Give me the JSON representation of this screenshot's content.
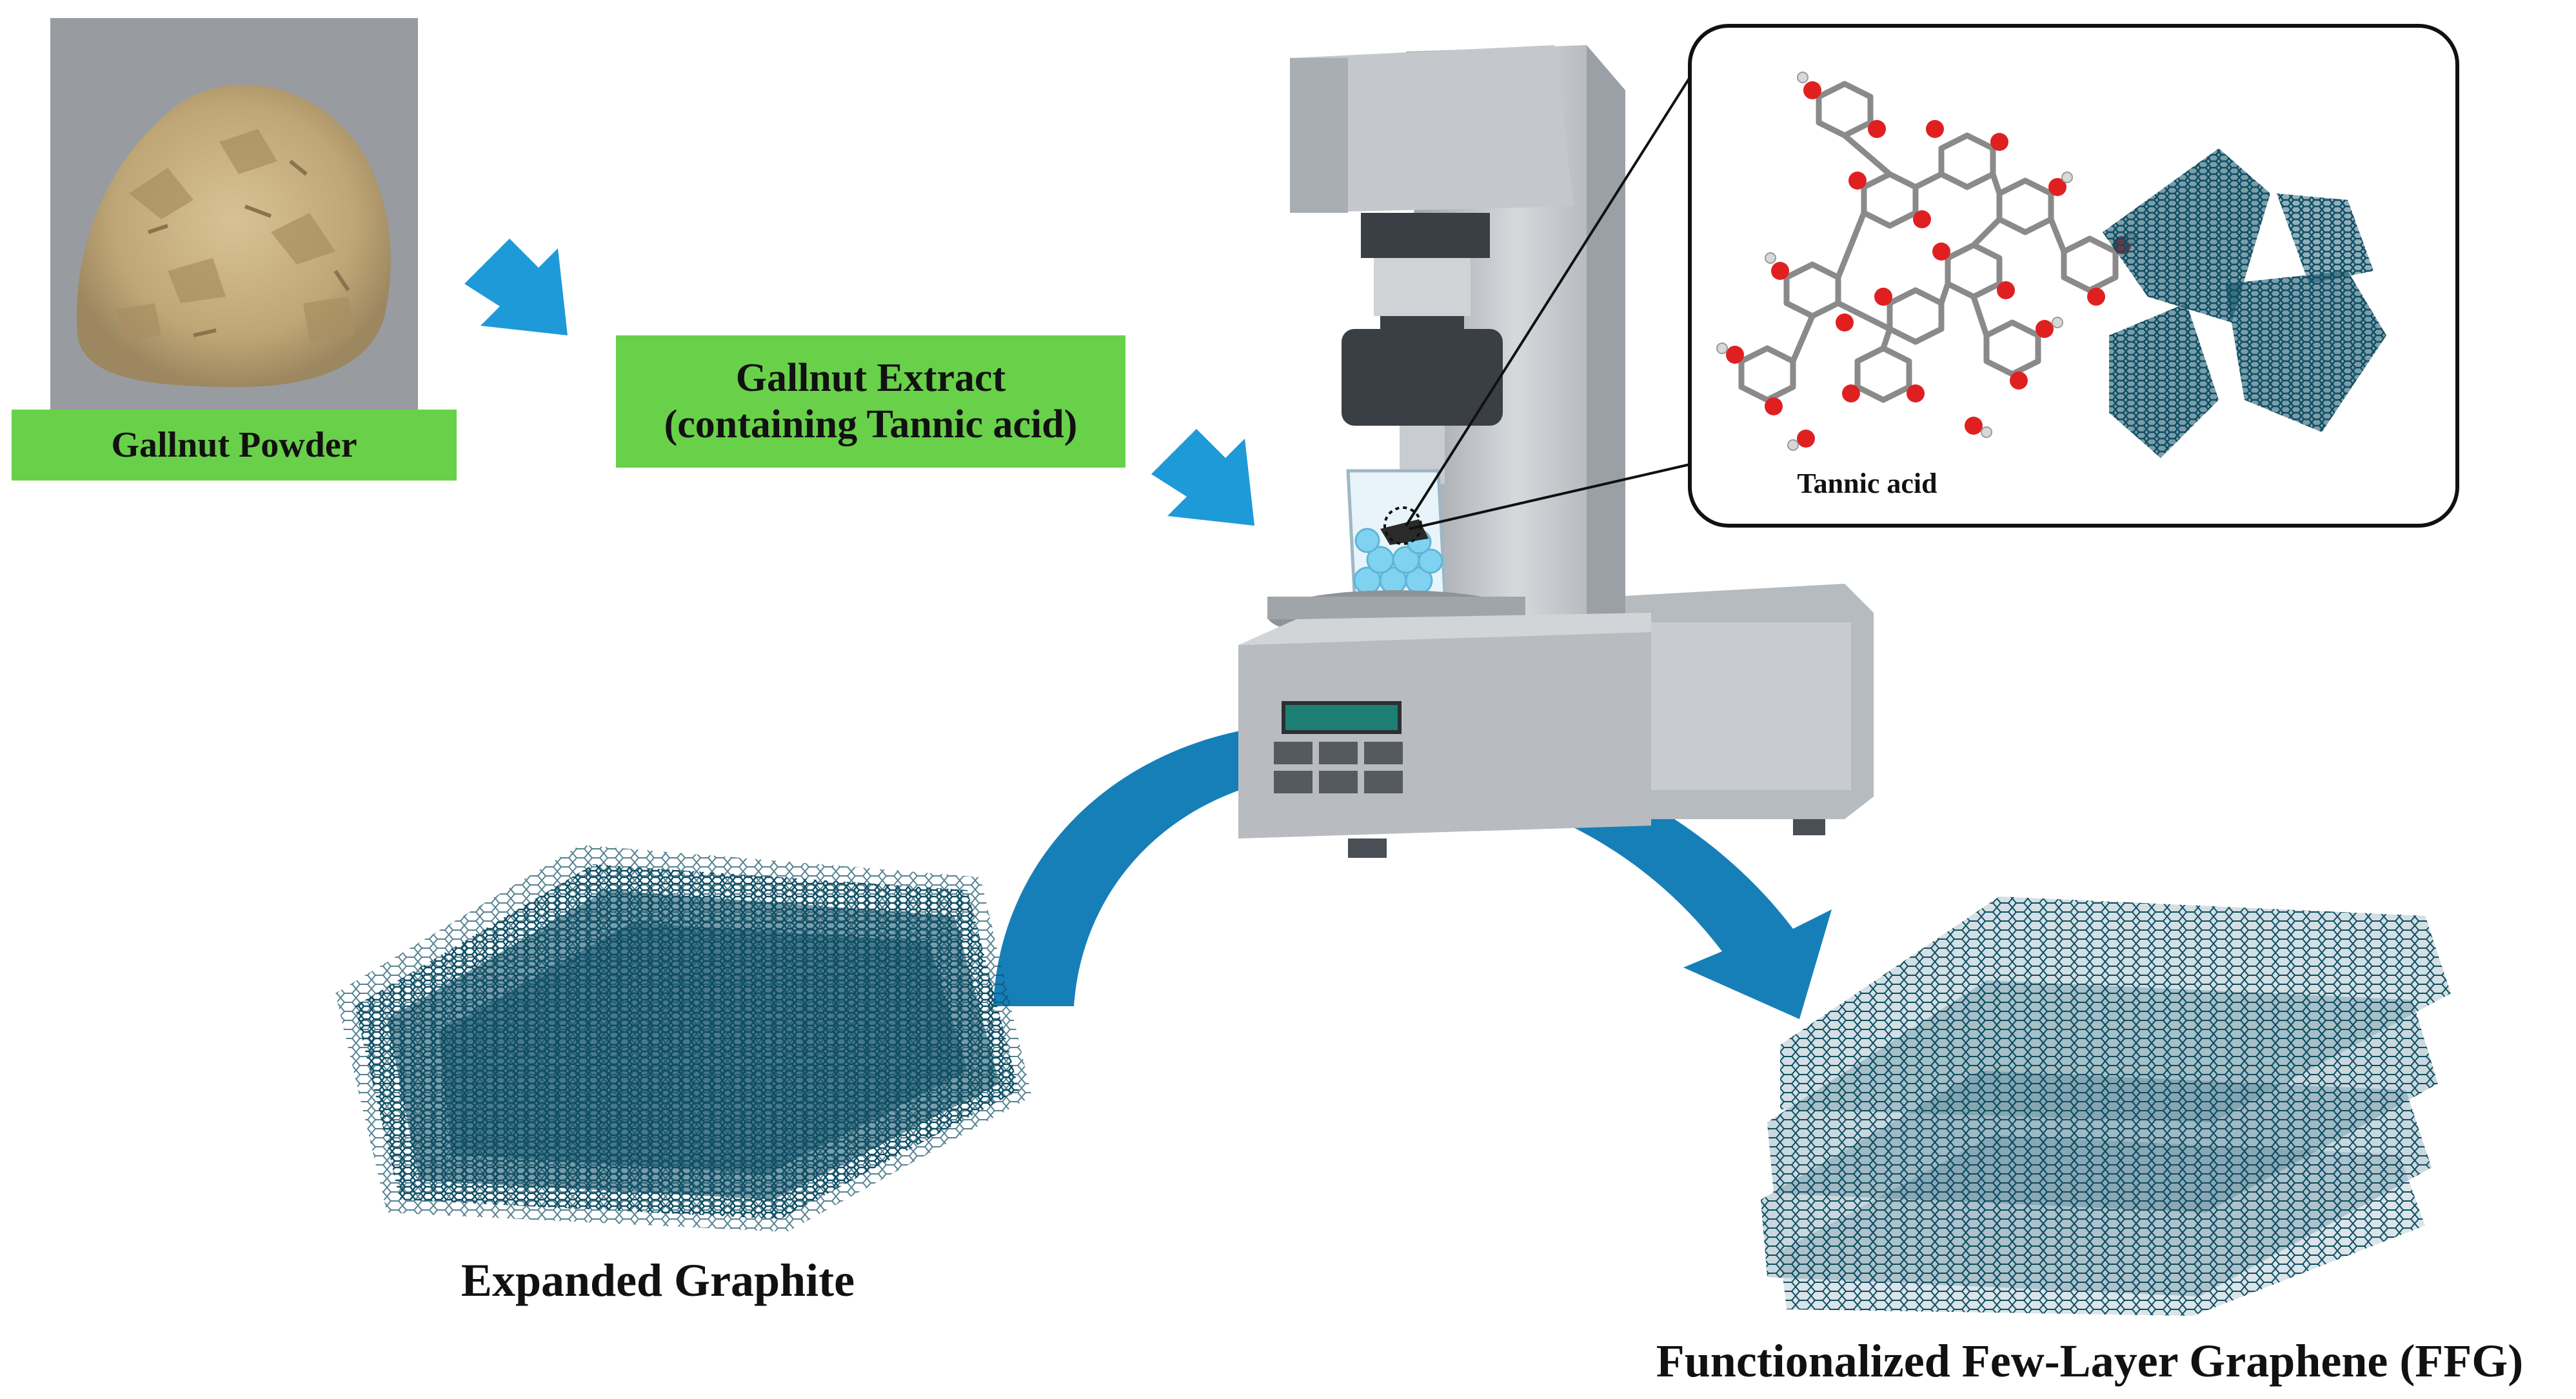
{
  "labels": {
    "gallnut_powder": "Gallnut Powder",
    "gallnut_extract_line1": "Gallnut Extract",
    "gallnut_extract_line2": "(containing Tannic acid)",
    "tannic_acid": "Tannic acid",
    "expanded_graphite": "Expanded Graphite",
    "ffg": "Functionalized Few-Layer Graphene (FFG)"
  },
  "colors": {
    "label_box_green": "#69d04a",
    "arrow_light_blue": "#1e9ad8",
    "arrow_dark_blue": "#167fb8",
    "graphene_teal": "#0d4d63",
    "mill_gray": "#b8bcc1",
    "mill_dark": "#3a3f45",
    "powder_tan": "#c9b283",
    "oxygen_red": "#e02020",
    "carbon_gray": "#8a8a8a"
  },
  "icons": {
    "powder_photo": "gallnut-powder-photo",
    "mill": "ball-mill-machine-icon",
    "molecule": "tannic-acid-molecule-icon",
    "flakes": "graphene-flakes-icon",
    "graphite": "expanded-graphite-stack-icon",
    "graphene": "few-layer-graphene-stack-icon"
  }
}
